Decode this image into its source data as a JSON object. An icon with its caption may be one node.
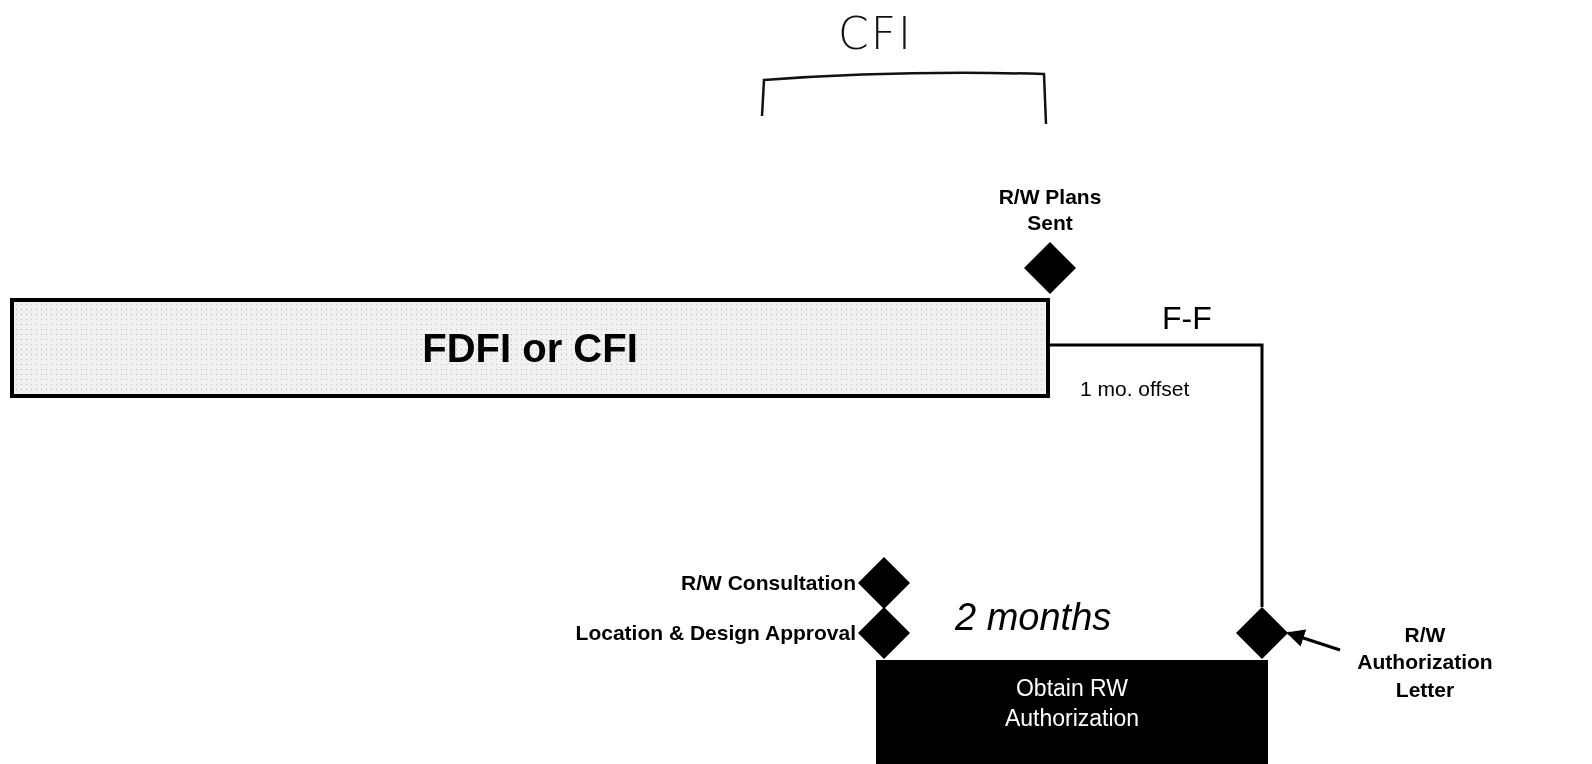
{
  "diagram": {
    "nodes": [
      {
        "text": [
          "FDFI or CFI"
        ]
      },
      {
        "text": [
          "R/W Plans Sent"
        ]
      },
      {
        "text": [
          "R/W Consultation"
        ]
      },
      {
        "text": [
          "Location & Design Approval"
        ]
      },
      {
        "text": [
          "Obtain RW Authorization"
        ],
        "beside": [
          "2 months"
        ]
      },
      {
        "text": [],
        "shape": "diamond"
      },
      {
        "text": [
          "R/W Authorization Letter"
        ]
      }
    ],
    "edges": [
      {
        "from": 0,
        "to": 5,
        "arrow": "none",
        "label": "F-F"
      },
      {
        "from": 6,
        "to": 5,
        "arrow": "to"
      }
    ],
    "labels": [
      "CFI",
      "1 mo. offset"
    ]
  }
}
